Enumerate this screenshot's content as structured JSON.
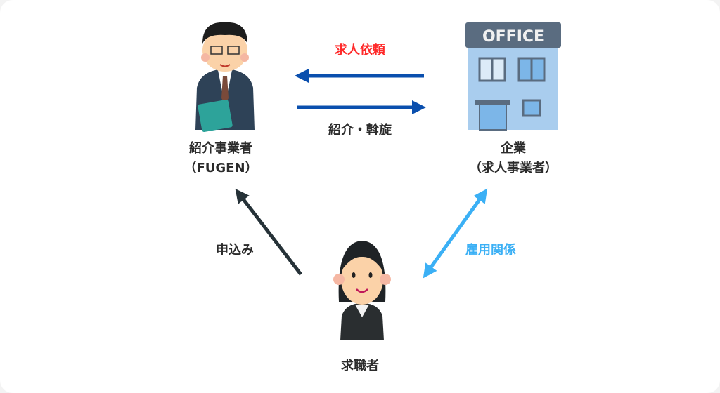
{
  "nodes": {
    "agency": {
      "name": "紹介事業者",
      "sub": "（FUGEN）"
    },
    "company": {
      "name": "企業",
      "sub": "（求人事業者）",
      "sign": "OFFICE"
    },
    "job_seeker": {
      "name": "求職者"
    }
  },
  "edges": {
    "job_request": {
      "label": "求人依頼",
      "color": "#ff2a2a"
    },
    "introduction": {
      "label": "紹介・斡旋",
      "color": "#2b2b2b"
    },
    "application": {
      "label": "申込み",
      "color": "#2b2b2b"
    },
    "employment": {
      "label": "雇用関係",
      "color": "#3bb0f5"
    }
  },
  "colors": {
    "blue_arrow": "#0a4fae",
    "dark_arrow": "#263238",
    "light_arrow": "#3bb0f5"
  }
}
